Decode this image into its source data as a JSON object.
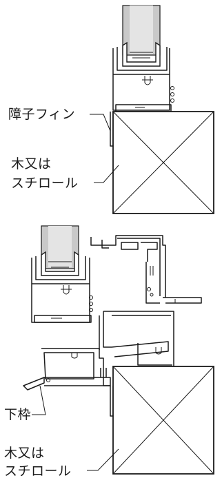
{
  "labels": {
    "fin": "障子フィン",
    "wood_top_1": "木又は",
    "wood_top_2": "スチロール",
    "lower_frame": "下枠",
    "wood_bottom_1": "木又は",
    "wood_bottom_2": "スチロール"
  },
  "colors": {
    "line": "#1a1a1a",
    "glass": "#c9c9c9",
    "background": "#ffffff"
  }
}
